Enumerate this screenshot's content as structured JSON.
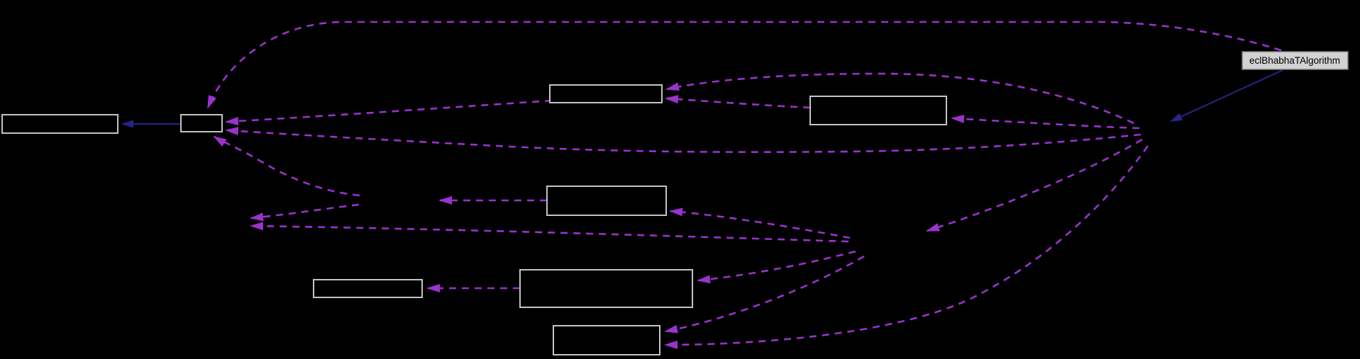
{
  "diagram": {
    "type": "collaboration-graph",
    "current_node": {
      "label": "eclBhabhaTAlgorithm"
    },
    "nodes": [
      {
        "id": "node-far-left",
        "label": ""
      },
      {
        "id": "node-hub",
        "label": ""
      },
      {
        "id": "node-top-center",
        "label": ""
      },
      {
        "id": "node-top-right",
        "label": ""
      },
      {
        "id": "node-middle",
        "label": ""
      },
      {
        "id": "node-bottom-left",
        "label": ""
      },
      {
        "id": "node-bottom-large",
        "label": ""
      },
      {
        "id": "node-bottom",
        "label": ""
      }
    ]
  },
  "colors": {
    "background": "#000000",
    "node_fill": "#000000",
    "node_border": "#c4c4c4",
    "current_node_fill": "#d2d2d2",
    "current_node_border": "#7d7d7d",
    "label_text": "#000000",
    "inheritance_edge": "#25258c",
    "usage_edge": "#9a32cd"
  }
}
